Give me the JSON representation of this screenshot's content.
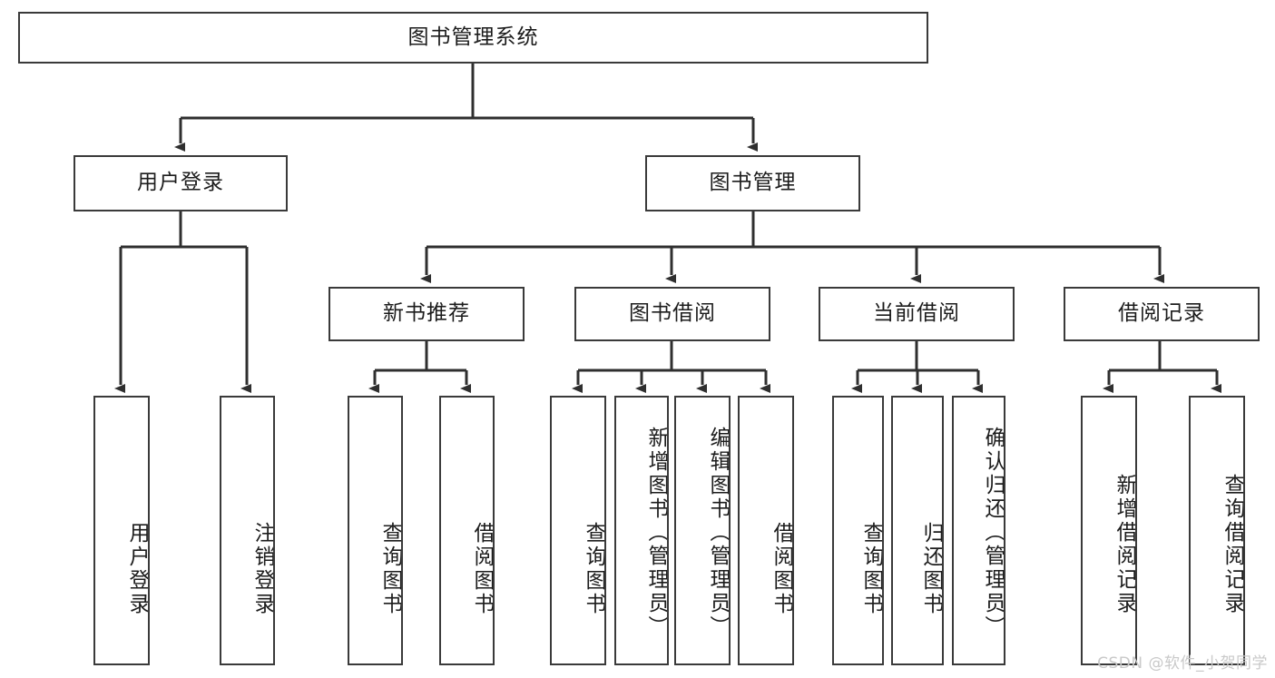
{
  "diagram": {
    "type": "tree",
    "title": "图书管理系统",
    "root": {
      "label": "图书管理系统"
    },
    "level2": [
      {
        "label": "用户登录"
      },
      {
        "label": "图书管理"
      }
    ],
    "level3": [
      {
        "label": "新书推荐"
      },
      {
        "label": "图书借阅"
      },
      {
        "label": "当前借阅"
      },
      {
        "label": "借阅记录"
      }
    ],
    "leaves": {
      "user_login": [
        {
          "label": "用户登录"
        },
        {
          "label": "注销登录"
        }
      ],
      "new_book_recommend": [
        {
          "label": "查询图书"
        },
        {
          "label": "借阅图书"
        }
      ],
      "book_borrow": [
        {
          "label": "查询图书"
        },
        {
          "label": "新增图书（管理员）"
        },
        {
          "label": "编辑图书（管理员）"
        },
        {
          "label": "借阅图书"
        }
      ],
      "current_borrow": [
        {
          "label": "查询图书"
        },
        {
          "label": "归还图书"
        },
        {
          "label": "确认归还（管理员）"
        }
      ],
      "borrow_record": [
        {
          "label": "新增借阅记录"
        },
        {
          "label": "查询借阅记录"
        }
      ]
    }
  },
  "watermark": {
    "text": "CSDN @软件_小贺同学"
  },
  "colors": {
    "box_border": "#3a3a3a",
    "connector": "#2f2f2f",
    "text": "#1c1c1c",
    "watermark": "#c9c9c9",
    "background": "#ffffff"
  }
}
